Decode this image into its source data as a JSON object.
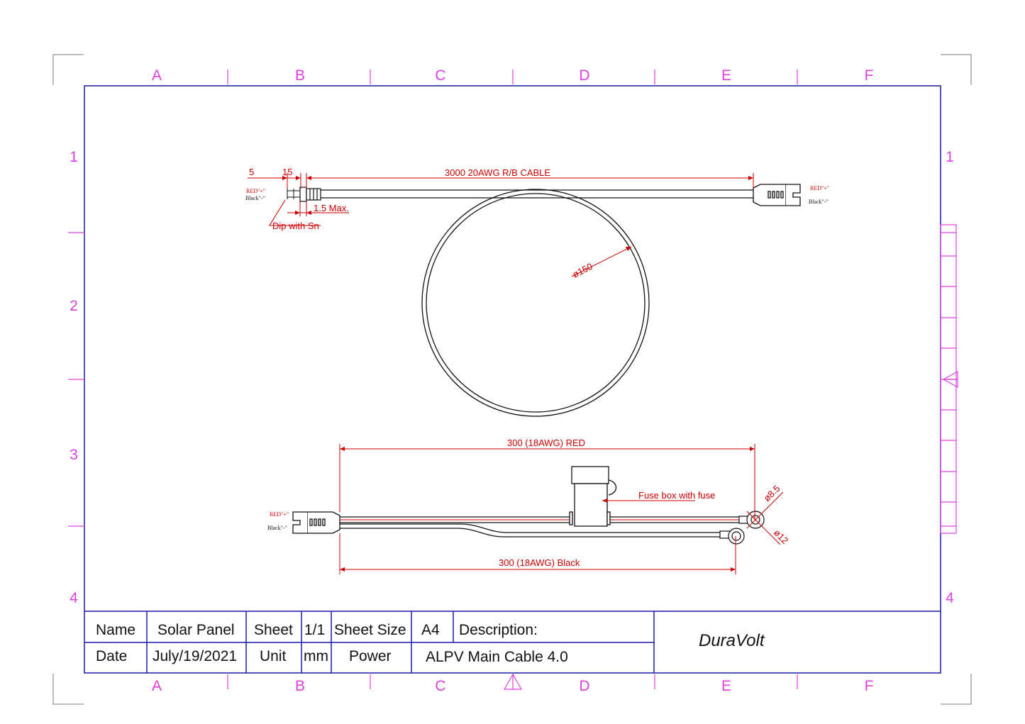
{
  "colors": {
    "frame": "#1a1aa8",
    "zone_marks": "#e040e0",
    "dimension": "#cc0000",
    "drawing": "#111111"
  },
  "zones": {
    "columns": [
      "A",
      "B",
      "C",
      "D",
      "E",
      "F"
    ],
    "rows": [
      "1",
      "2",
      "3",
      "4"
    ]
  },
  "top_cable": {
    "strip_length": "5",
    "tin_length": "15",
    "cable_label": "3000 20AWG R/B CABLE",
    "max_label": "1.5 Max.",
    "dip_label": "Dip with Sn",
    "coil_diameter": "ø150",
    "left_red": "RED\"+\"",
    "left_black": "Black\"-\"",
    "right_red": "RED\"+\"",
    "right_black": "Black\"-\""
  },
  "bottom_cable": {
    "red_label": "300 (18AWG) RED",
    "black_label": "300 (18AWG) Black",
    "fuse_label": "Fuse box with fuse",
    "ring_small": "ø8.5",
    "ring_large": "ø12",
    "left_red": "RED\"+\"",
    "left_black": "Black\"-\""
  },
  "title_block": {
    "name_label": "Name",
    "name_value": "Solar Panel",
    "sheet_label": "Sheet",
    "sheet_value": "1/1",
    "sheet_size_label": "Sheet Size",
    "sheet_size_value": "A4",
    "description_label": "Description:",
    "date_label": "Date",
    "date_value": "July/19/2021",
    "unit_label": "Unit",
    "unit_value": "mm",
    "category_value": "Power",
    "description_value": "ALPV Main Cable 4.0",
    "brand": "DuraVolt"
  }
}
